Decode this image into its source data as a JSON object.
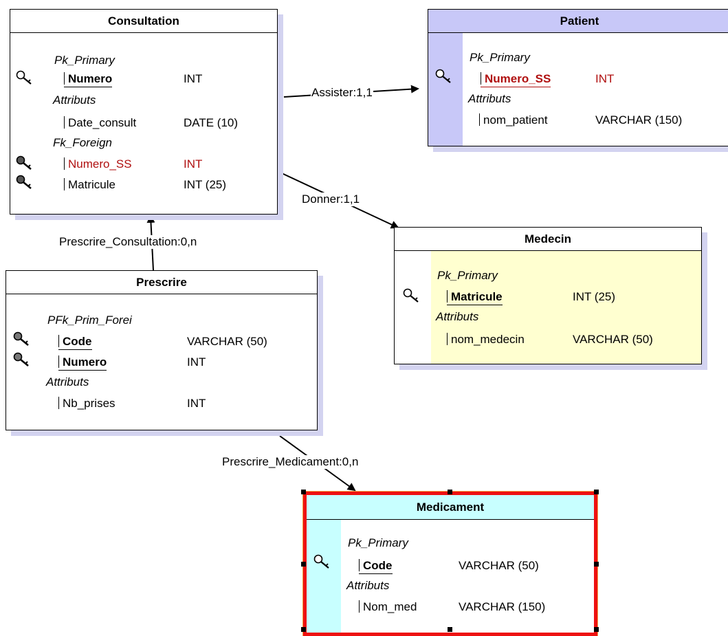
{
  "tables": {
    "consultation": {
      "title": "Consultation",
      "pk_section": "Pk_Primary",
      "attr_section": "Attributs",
      "fk_section": "Fk_Foreign",
      "fields": [
        {
          "name": "Numero",
          "type": "INT"
        },
        {
          "name": "Date_consult",
          "type": "DATE (10)"
        },
        {
          "name": "Numero_SS",
          "type": "INT"
        },
        {
          "name": "Matricule",
          "type": "INT (25)"
        }
      ]
    },
    "patient": {
      "title": "Patient",
      "pk_section": "Pk_Primary",
      "attr_section": "Attributs",
      "fields": [
        {
          "name": "Numero_SS",
          "type": "INT"
        },
        {
          "name": "nom_patient",
          "type": "VARCHAR (150)"
        }
      ]
    },
    "medecin": {
      "title": "Medecin",
      "pk_section": "Pk_Primary",
      "attr_section": "Attributs",
      "fields": [
        {
          "name": "Matricule",
          "type": "INT (25)"
        },
        {
          "name": "nom_medecin",
          "type": "VARCHAR (50)"
        }
      ]
    },
    "prescrire": {
      "title": "Prescrire",
      "pk_section": "PFk_Prim_Forei",
      "attr_section": "Attributs",
      "fields": [
        {
          "name": "Code",
          "type": "VARCHAR (50)"
        },
        {
          "name": "Numero",
          "type": "INT"
        },
        {
          "name": "Nb_prises",
          "type": "INT"
        }
      ]
    },
    "medicament": {
      "title": "Medicament",
      "pk_section": "Pk_Primary",
      "attr_section": "Attributs",
      "fields": [
        {
          "name": "Code",
          "type": "VARCHAR (50)"
        },
        {
          "name": "Nom_med",
          "type": "VARCHAR (150)"
        }
      ]
    }
  },
  "relations": [
    {
      "label": "Assister:1,1"
    },
    {
      "label": "Donner:1,1"
    },
    {
      "label": "Prescrire_Consultation:0,n"
    },
    {
      "label": "Prescrire_Medicament:0,n"
    }
  ],
  "colors": {
    "patient_header": "#c8c8f8",
    "patient_keycol": "#c8c8f8",
    "medecin_body": "#ffffd0",
    "medicament_header": "#c8ffff",
    "medicament_keycol": "#c8ffff",
    "fk_text": "#b01010",
    "selection": "#ee1111",
    "shadow": "#d3d3f0"
  },
  "icons": {
    "primary_key": "key-outline-icon",
    "foreign_key": "key-filled-icon"
  }
}
